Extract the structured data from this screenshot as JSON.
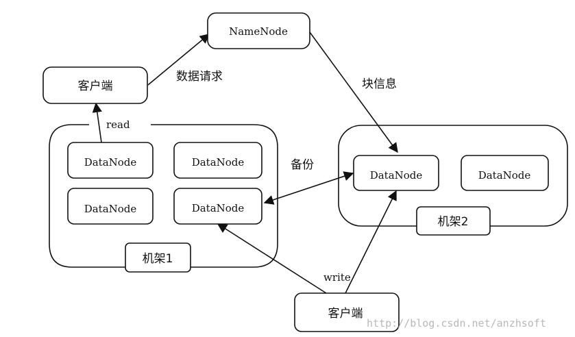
{
  "nodes": {
    "namenode": "NameNode",
    "client_top": "客户端",
    "client_bottom": "客户端",
    "datanode": "DataNode",
    "rack1": "机架1",
    "rack2": "机架2"
  },
  "edges": {
    "data_request": "数据请求",
    "block_info": "块信息",
    "backup": "备份",
    "read": "read",
    "write": "write"
  },
  "watermark": "http://blog.csdn.net/anzhsoft"
}
